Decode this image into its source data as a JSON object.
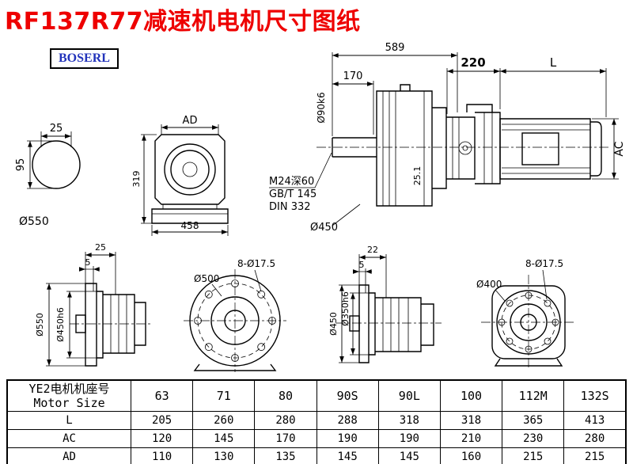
{
  "page": {
    "title": "RF137R77减速机电机尺寸图纸",
    "logo": "BOSERL"
  },
  "shaft_view": {
    "dim_w": "25",
    "dim_h": "95",
    "dia": "Ø550"
  },
  "front_view": {
    "dim_top": "AD",
    "dim_side": "319",
    "dim_bottom": "458"
  },
  "main_view": {
    "dim_overall": "589",
    "dim_shaft": "170",
    "shaft_dia": "Ø90k6",
    "tap_thread": "M24深60",
    "tap_std1": "GB/T 145",
    "tap_std2": "DIN 332",
    "flange_dia": "Ø450",
    "key_dim": "25.1",
    "dim_adapter": "220",
    "dim_motor_len": "L",
    "dim_motor_dia": "AC"
  },
  "flange_side_a": {
    "dim1": "25",
    "dim2": "5",
    "dia_outer": "Ø550",
    "dia_spigot": "Ø450h6"
  },
  "flange_face_a": {
    "dia": "Ø500",
    "holes": "8-Ø17.5"
  },
  "flange_side_b": {
    "dim1": "22",
    "dim2": "5",
    "dia_outer": "Ø450",
    "dia_spigot": "Ø350h6"
  },
  "flange_face_b": {
    "dia": "Ø400",
    "holes": "8-Ø17.5"
  },
  "table": {
    "header_cn": "YE2电机机座号",
    "header_en": "Motor Size",
    "sizes": [
      "63",
      "71",
      "80",
      "90S",
      "90L",
      "100",
      "112M",
      "132S"
    ],
    "rows": [
      {
        "label": "L",
        "values": [
          "205",
          "260",
          "280",
          "288",
          "318",
          "318",
          "365",
          "413"
        ]
      },
      {
        "label": "AC",
        "values": [
          "120",
          "145",
          "170",
          "190",
          "190",
          "210",
          "230",
          "280"
        ]
      },
      {
        "label": "AD",
        "values": [
          "110",
          "130",
          "135",
          "145",
          "145",
          "160",
          "215",
          "215"
        ]
      }
    ]
  }
}
